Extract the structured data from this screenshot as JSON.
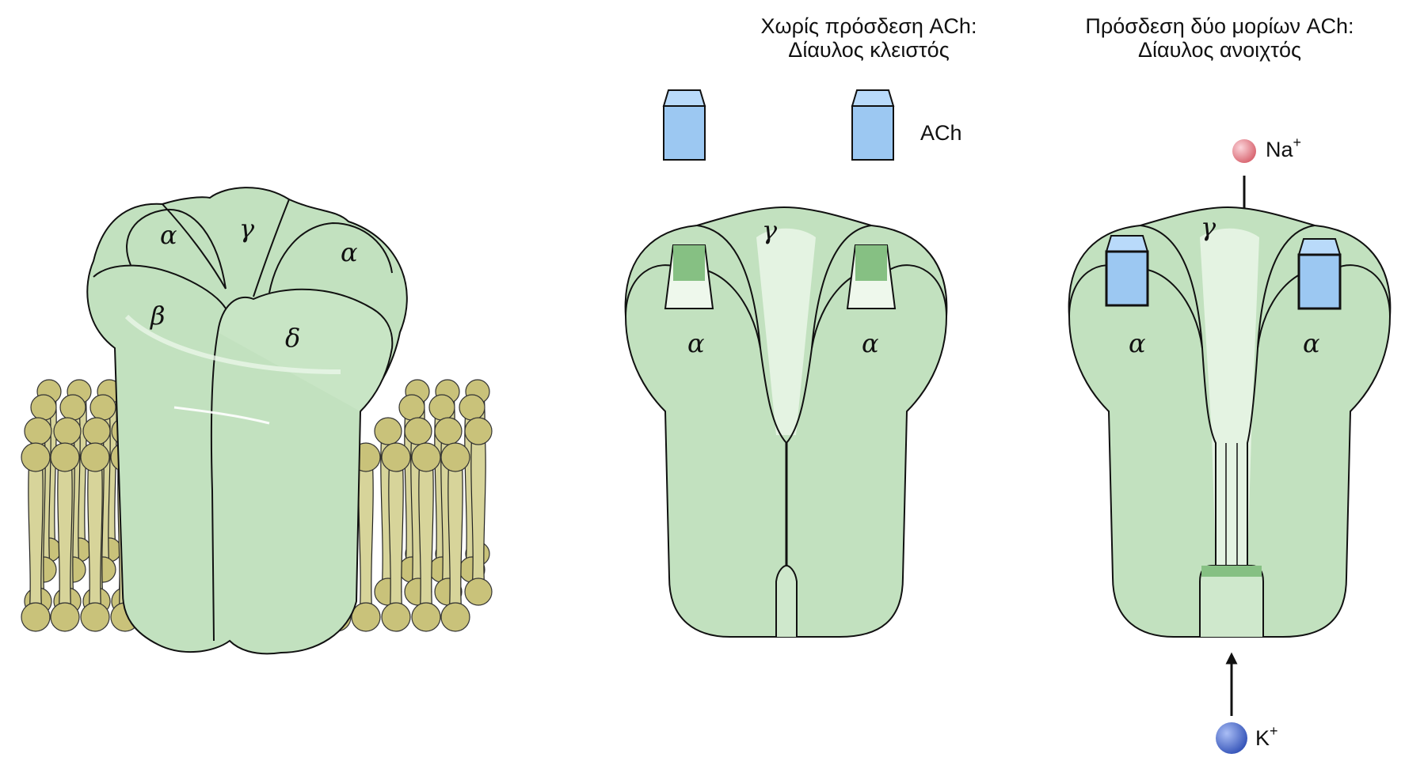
{
  "panels": {
    "membrane": {
      "subunits": {
        "a_left": "α",
        "gamma": "γ",
        "a_right": "α",
        "beta": "β",
        "delta": "δ"
      }
    },
    "closed": {
      "title_line1": "Χωρίς πρόσδεση ACh:",
      "title_line2": "Δίαυλος κλειστός",
      "ach_label": "ACh",
      "subunits": {
        "gamma": "γ",
        "a_left": "α",
        "a_right": "α"
      }
    },
    "open": {
      "title_line1": "Πρόσδεση δύο μορίων ACh:",
      "title_line2": "Δίαυλος ανοιχτός",
      "subunits": {
        "gamma": "γ",
        "a_left": "α",
        "a_right": "α"
      },
      "na_label": "Na",
      "na_charge": "+",
      "k_label": "K",
      "k_charge": "+"
    }
  },
  "colors": {
    "protein": "#c2e1bf",
    "protein_light": "#e4f3e2",
    "binding_site": "#86c083",
    "lipid": "#d7d49a",
    "lipid_head": "#c9c27a",
    "ach": "#9cc8f2",
    "na_ion": "#e88a96",
    "k_ion": "#5c7ed8"
  }
}
